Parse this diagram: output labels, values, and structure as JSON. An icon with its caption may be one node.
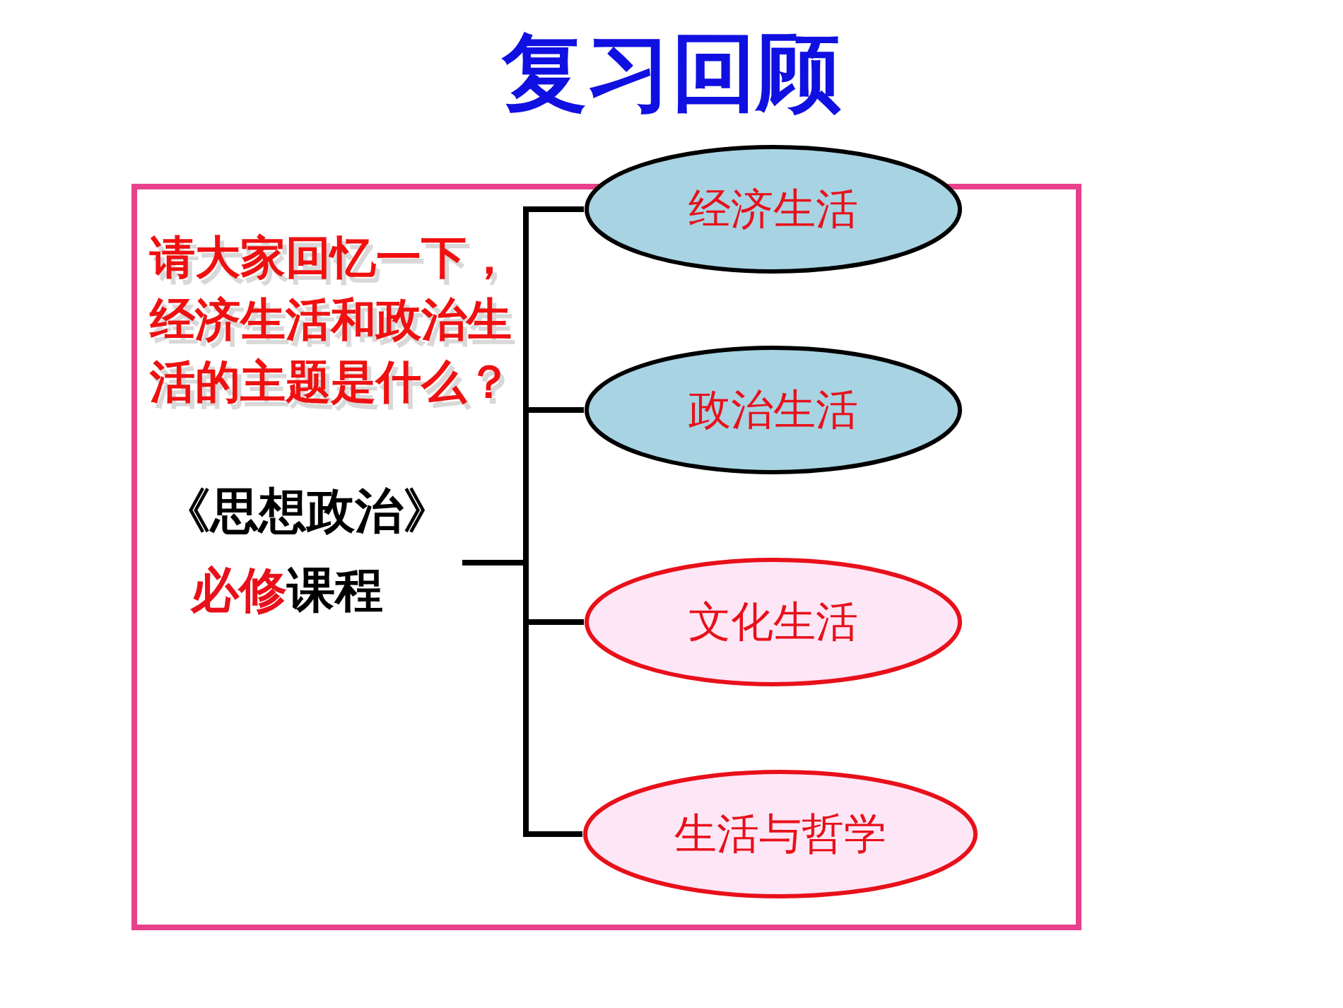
{
  "diagram": {
    "title": "复习回顾",
    "nodes": [
      {
        "text": [],
        "shape": "box"
      },
      {
        "text": [
          "《思想政治》",
          "必修",
          "课程"
        ],
        "in": 0
      },
      {
        "text": [
          "经济生活"
        ]
      },
      {
        "text": [
          "政治生活"
        ],
        "in": 0
      },
      {
        "text": [
          "文化生活"
        ],
        "in": 0
      },
      {
        "text": [
          "生活与哲学"
        ],
        "in": 0
      }
    ],
    "edges": [
      {
        "from": 1,
        "to": 2,
        "arrow": "none"
      },
      {
        "from": 1,
        "to": 3,
        "arrow": "none"
      },
      {
        "from": 1,
        "to": 4,
        "arrow": "none"
      },
      {
        "from": 1,
        "to": 5,
        "arrow": "none"
      }
    ],
    "labels": [
      "请大家回忆一下，经济生活和政治生活的主题是什么？"
    ]
  }
}
